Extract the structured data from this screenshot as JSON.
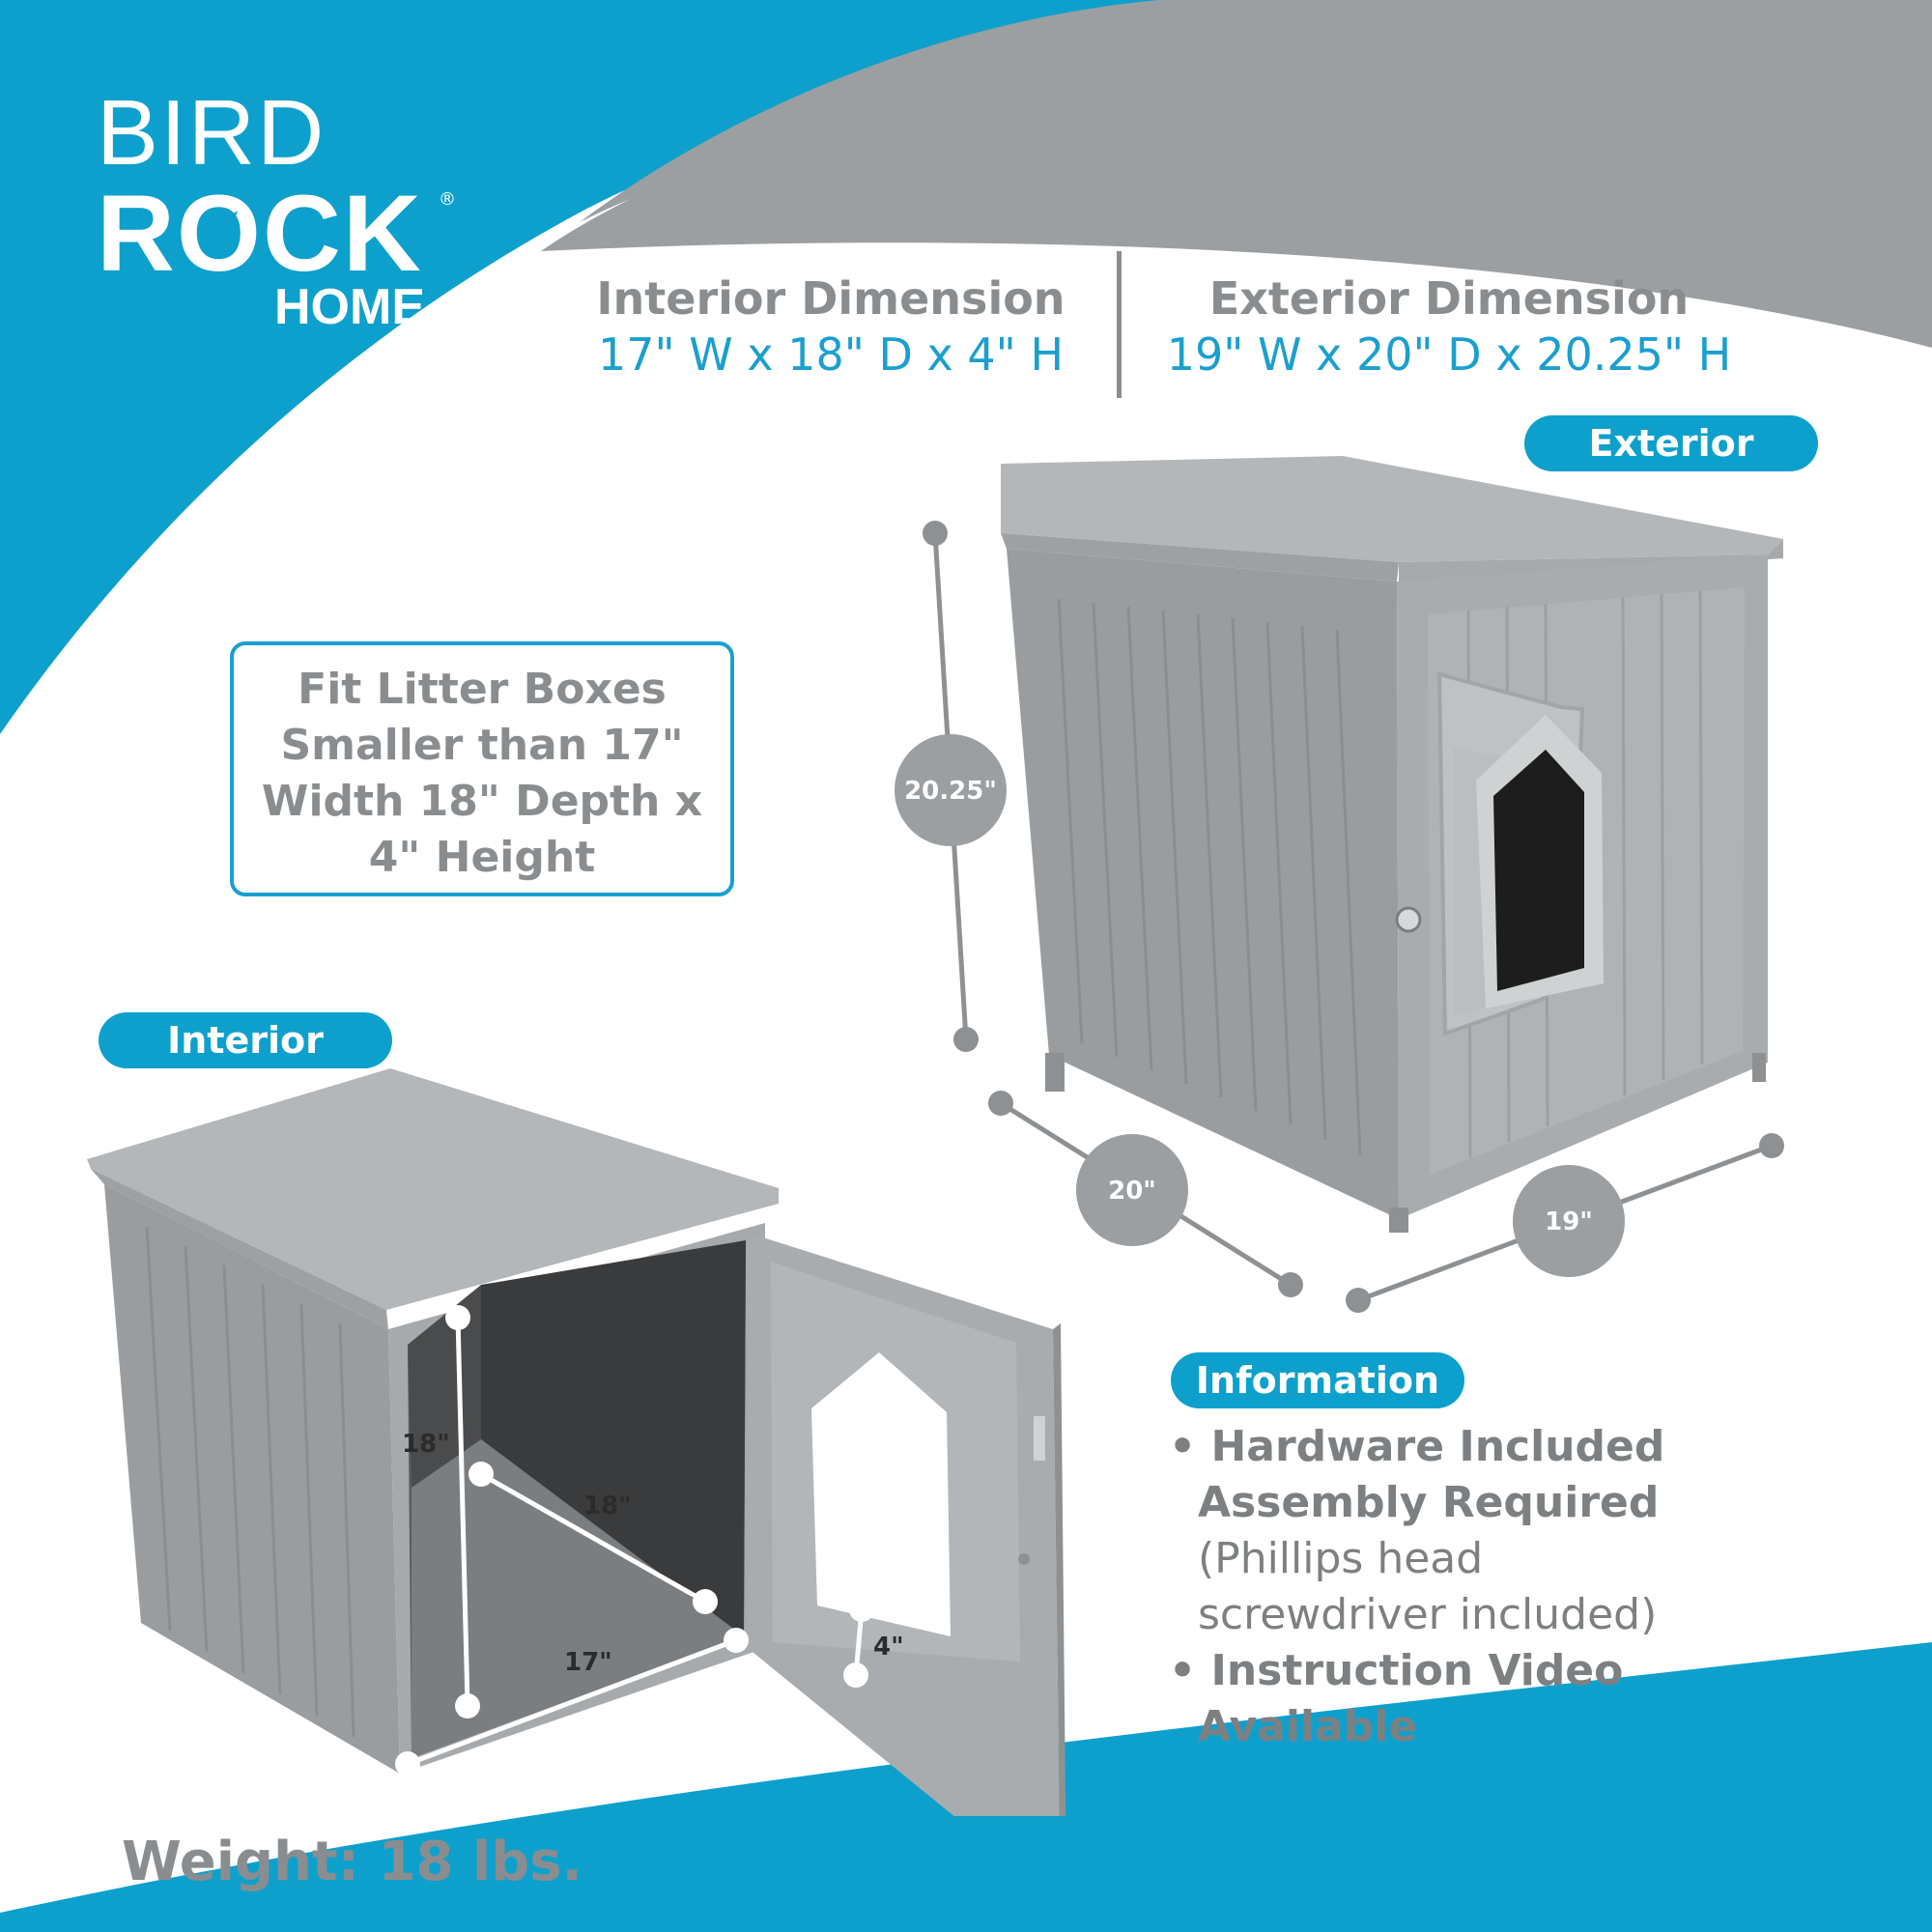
{
  "brand": {
    "line1": "BIRD",
    "line2": "ROCK",
    "line3": "HOME",
    "registered": "®"
  },
  "interior_dimension": {
    "heading": "Interior Dimension",
    "value": "17\" W x 18\" D x 4\" H"
  },
  "exterior_dimension": {
    "heading": "Exterior Dimension",
    "value": "19\" W x 20\" D x 20.25\" H"
  },
  "labels": {
    "exterior": "Exterior",
    "interior": "Interior",
    "information": "Information"
  },
  "fit_note": {
    "line1": "Fit Litter Boxes",
    "line2": "Smaller than 17\"",
    "line3": "Width 18\" Depth x",
    "line4": "4\" Height"
  },
  "exterior_measures": {
    "height": "20.25\"",
    "depth": "20\"",
    "width": "19\""
  },
  "interior_measures": {
    "height": "18\"",
    "depth": "18\"",
    "width": "17\"",
    "door_opening": "4\""
  },
  "information": {
    "bullet1_line1": "• Hardware Included",
    "bullet1_line2": "Assembly Required",
    "bullet1_line3": "(Phillips head",
    "bullet1_line4": "screwdriver included)",
    "bullet2_line1": "• Instruction Video",
    "bullet2_line2": "Available"
  },
  "weight": "Weight: 18 lbs.",
  "colors": {
    "brand_blue": "#0ea0cc",
    "accent_grey": "#9b9fa1",
    "text_grey": "#8a8d8f",
    "cabinet_grey": "#a4a7a9"
  },
  "icons": {
    "logo_bird": "bird-icon",
    "door_knob": "knob-icon"
  }
}
